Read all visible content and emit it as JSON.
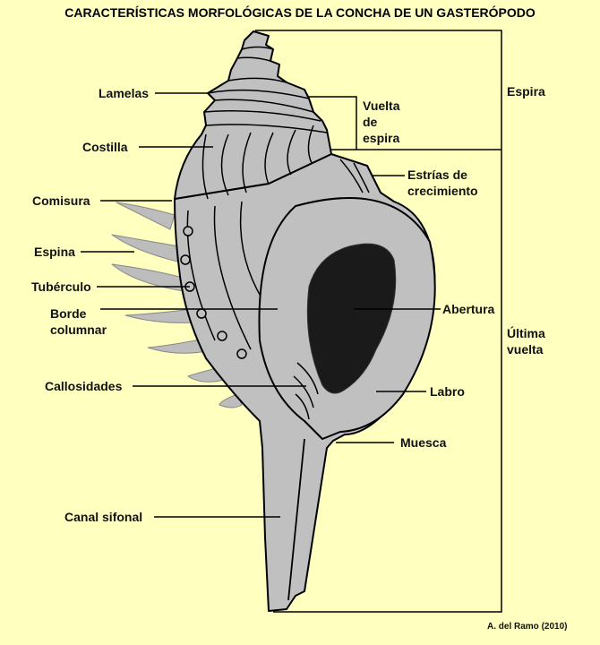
{
  "title": "CARACTERÍSTICAS  MORFOLÓGICAS DE LA CONCHA DE UN GASTERÓPODO",
  "colors": {
    "background": "#FFFFC0",
    "shell": "#C0C0C0",
    "aperture": "#1a1a1a",
    "lines": "#000000"
  },
  "labels": {
    "lamelas": "Lamelas",
    "costilla": "Costilla",
    "vuelta_de_espira": [
      "Vuelta",
      "de",
      "espira"
    ],
    "espira": "Espira",
    "estrias": [
      "Estrías de",
      "crecimiento"
    ],
    "comisura": "Comisura",
    "espina": "Espina",
    "tuberculo": "Tubérculo",
    "borde_columnar": [
      "Borde",
      "columnar"
    ],
    "abertura": "Abertura",
    "ultima_vuelta": [
      "Última",
      "vuelta"
    ],
    "callosidades": "Callosidades",
    "labro": "Labro",
    "muesca": "Muesca",
    "canal_sifonal": "Canal sifonal"
  },
  "credit": "A. del Ramo (2010)"
}
